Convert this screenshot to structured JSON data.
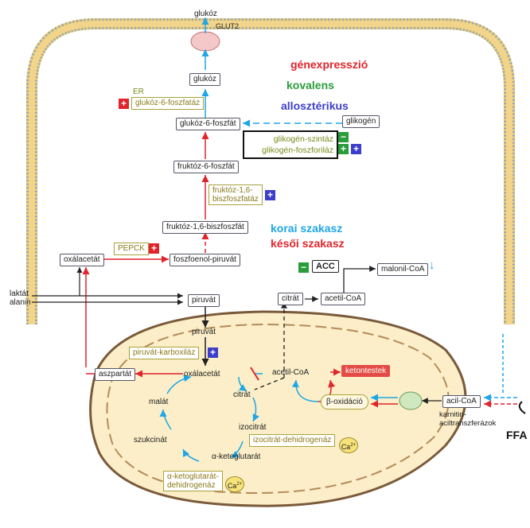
{
  "labels": {
    "glukoz_top": "glukóz",
    "glut2": "GLUT2",
    "glukoz": "glukóz",
    "er": "ER",
    "g6pase": "glukóz-6-foszfatáz",
    "g6p": "glukóz-6-foszfát",
    "glikogen": "glikogén",
    "gs": "glikogén-szintáz",
    "gp": "glikogén-foszforiláz",
    "f6p": "fruktóz-6-foszfát",
    "fbpase": "fruktóz-1,6-biszfoszfatáz",
    "fbpase_l1": "fruktóz-1,6-",
    "fbpase_l2": "biszfoszfatáz",
    "f16bp": "fruktóz-1,6-biszfoszfát",
    "pepck": "PEPCK",
    "oxalacetat": "oxálacetát",
    "pep": "foszfoenol-piruvát",
    "laktat": "laktát",
    "alanin": "alanin",
    "piruvat": "piruvát",
    "piruvat_m": "piruvát",
    "pc": "piruvát-karboxiláz",
    "aszpartat": "aszpartát",
    "oxalacetat_m": "oxálacetát",
    "acetilcoa_m": "acetil-CoA",
    "ketontestek": "ketontestek",
    "citrat_m": "citrát",
    "malat": "malát",
    "izocitrat": "izocitrát",
    "idh": "izocitrát-dehidrogenáz",
    "szukcinat": "szukcinát",
    "akg": "α-ketoglutarát",
    "akgdh_l1": "α-ketoglutarát-",
    "akgdh_l2": "dehidrogenáz",
    "ca": "Ca",
    "ca_sup": "2+",
    "beta_ox": "β-oxidáció",
    "acilcoa": "acil-CoA",
    "cpt_l1": "karnitin-",
    "cpt_l2": "aciltranszferázok",
    "ffa": "FFA",
    "citrat_c": "citrát",
    "acetilcoa_c": "acetil-CoA",
    "malonilcoa": "malonil-CoA",
    "acc": "ACC",
    "plus": "+",
    "minus": "−",
    "down_arrow": "↓"
  },
  "legend": {
    "genexpresszio": "génexpresszió",
    "kovalens": "kovalens",
    "allosztherikus": "allosztérikus",
    "korai": "korai szakasz",
    "kesoi": "késői szakasz"
  },
  "colors": {
    "red": "#e0242b",
    "green": "#2a9d3a",
    "blue": "#3c3fc8",
    "cyan": "#1ea6e6",
    "membrane": "#f2d48a",
    "mito_fill": "#fbeec8"
  }
}
